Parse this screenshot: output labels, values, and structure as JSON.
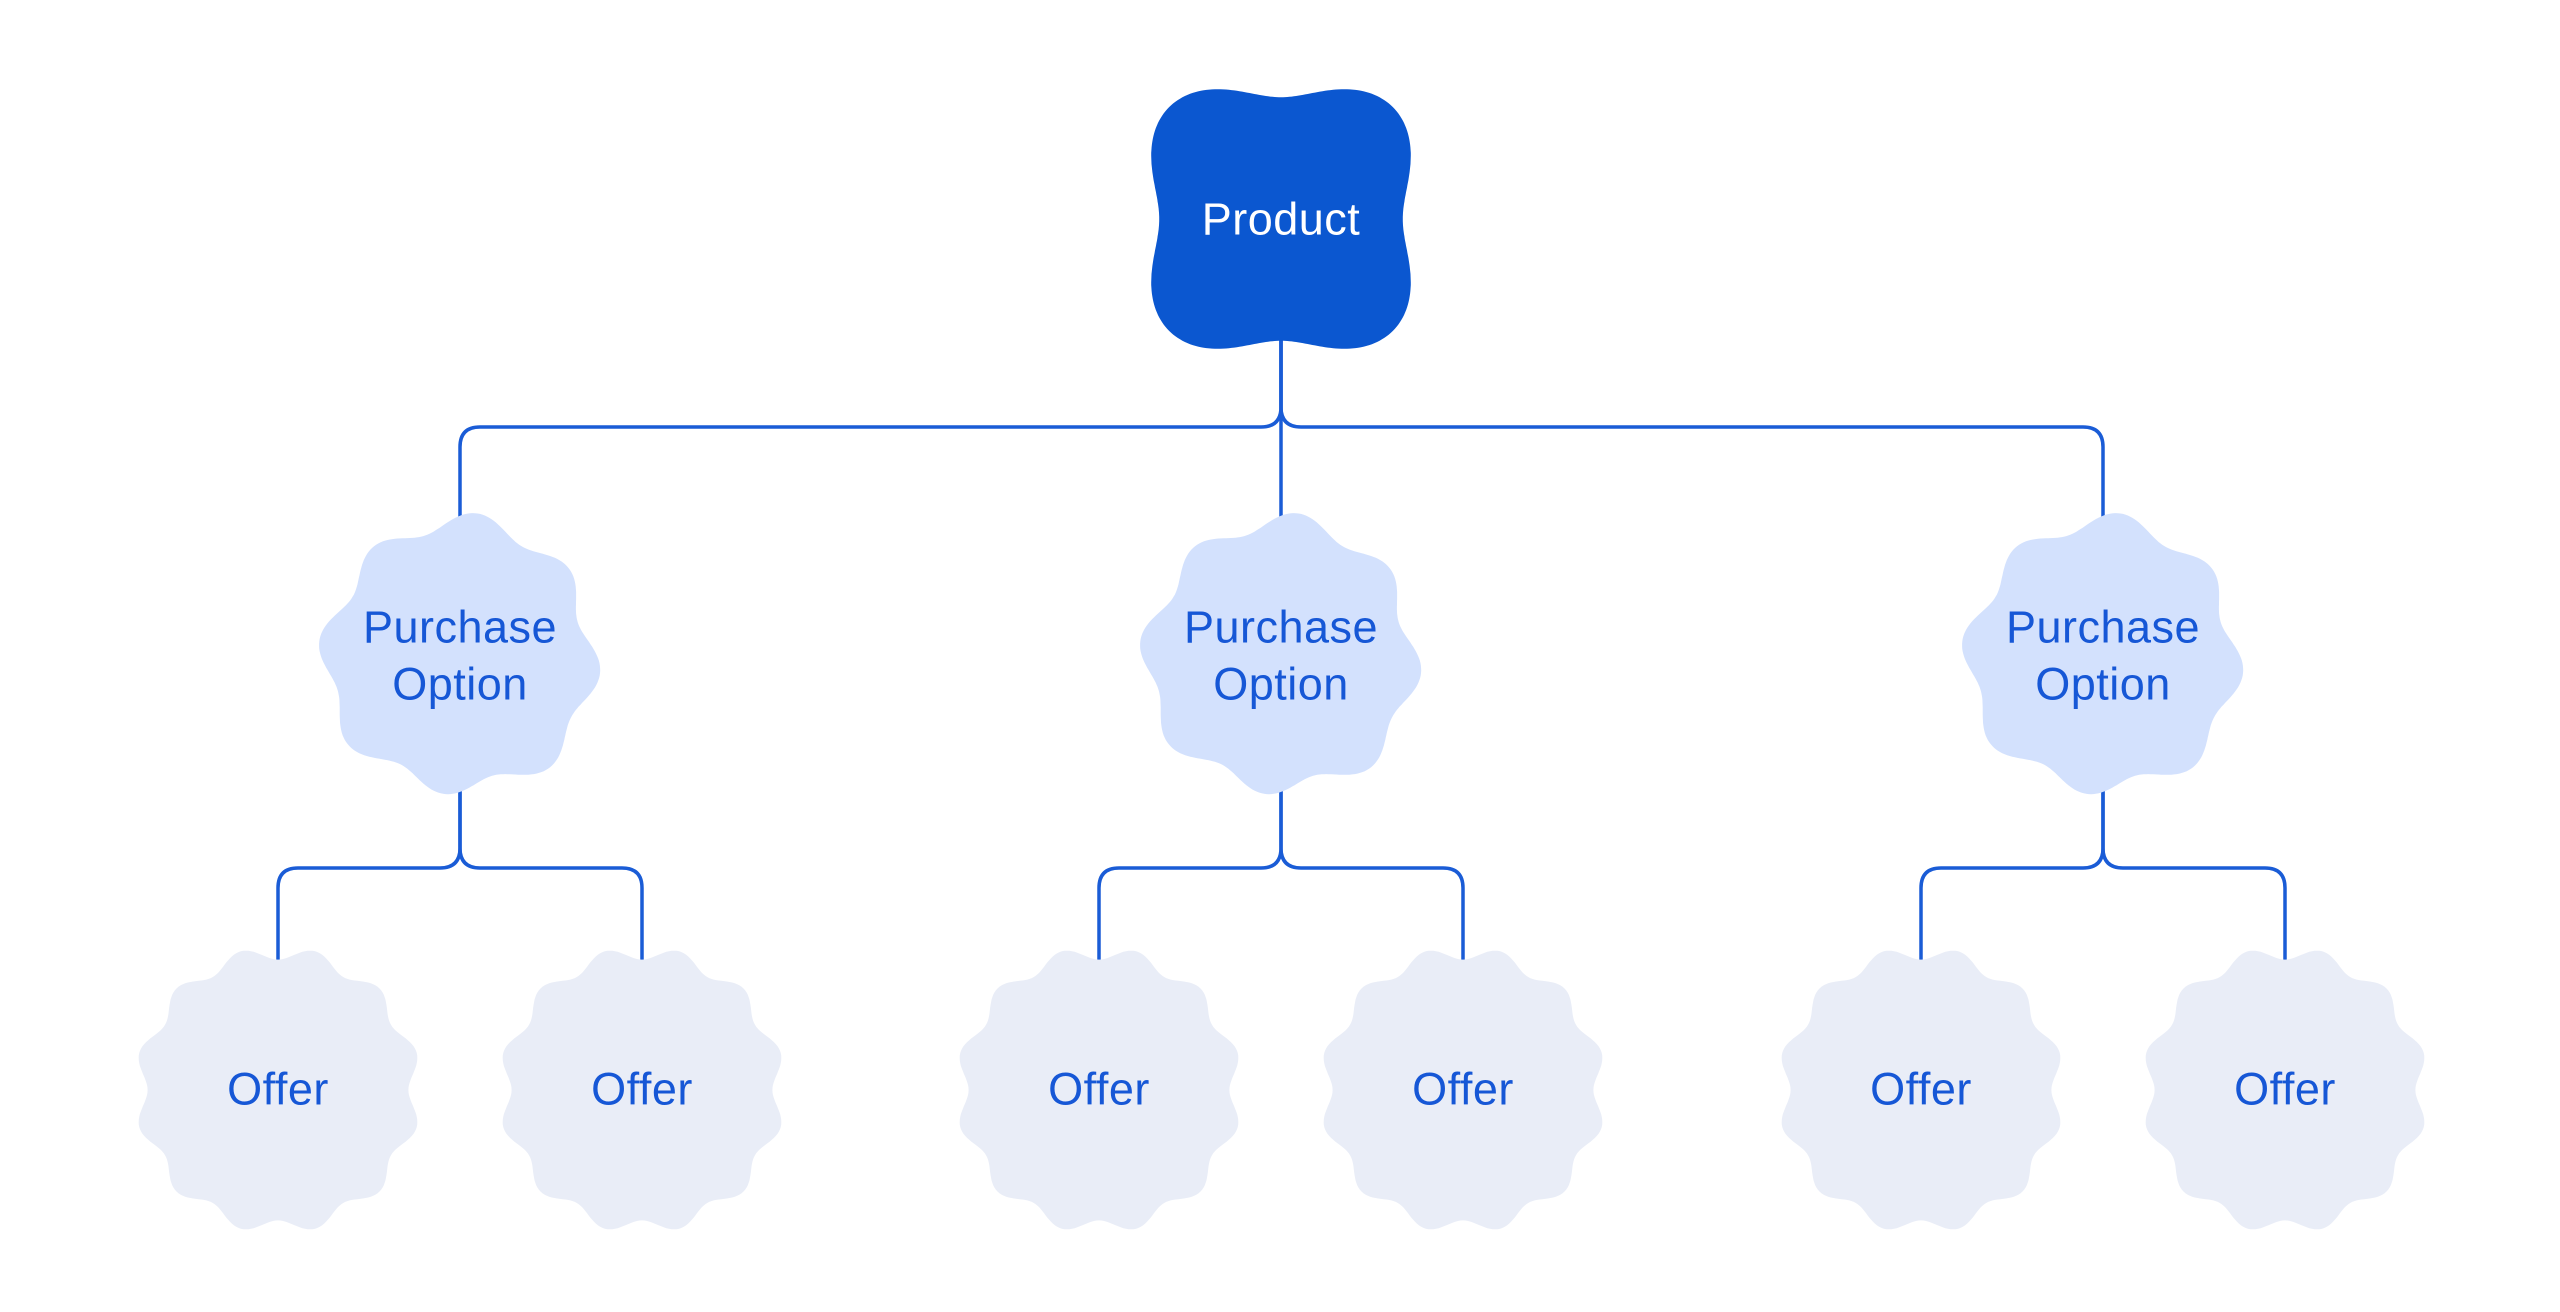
{
  "colors": {
    "background": "#ffffff",
    "product_fill": "#0b57d0",
    "product_text": "#ffffff",
    "purchase_option_fill": "#d3e1fd",
    "offer_fill": "#e9edf7",
    "label_text": "#1657d6",
    "connector": "#1a5cd6"
  },
  "tree": {
    "product": {
      "label": "Product",
      "shape": "clover-4-lobe"
    },
    "purchase_options": [
      {
        "label": "Purchase Option",
        "shape": "wavy-flower-8-lobe",
        "offers": [
          {
            "label": "Offer",
            "shape": "scallop-12-lobe"
          },
          {
            "label": "Offer",
            "shape": "scallop-12-lobe"
          }
        ]
      },
      {
        "label": "Purchase Option",
        "shape": "wavy-flower-8-lobe",
        "offers": [
          {
            "label": "Offer",
            "shape": "scallop-12-lobe"
          },
          {
            "label": "Offer",
            "shape": "scallop-12-lobe"
          }
        ]
      },
      {
        "label": "Purchase Option",
        "shape": "wavy-flower-8-lobe",
        "offers": [
          {
            "label": "Offer",
            "shape": "scallop-12-lobe"
          },
          {
            "label": "Offer",
            "shape": "scallop-12-lobe"
          }
        ]
      }
    ]
  }
}
